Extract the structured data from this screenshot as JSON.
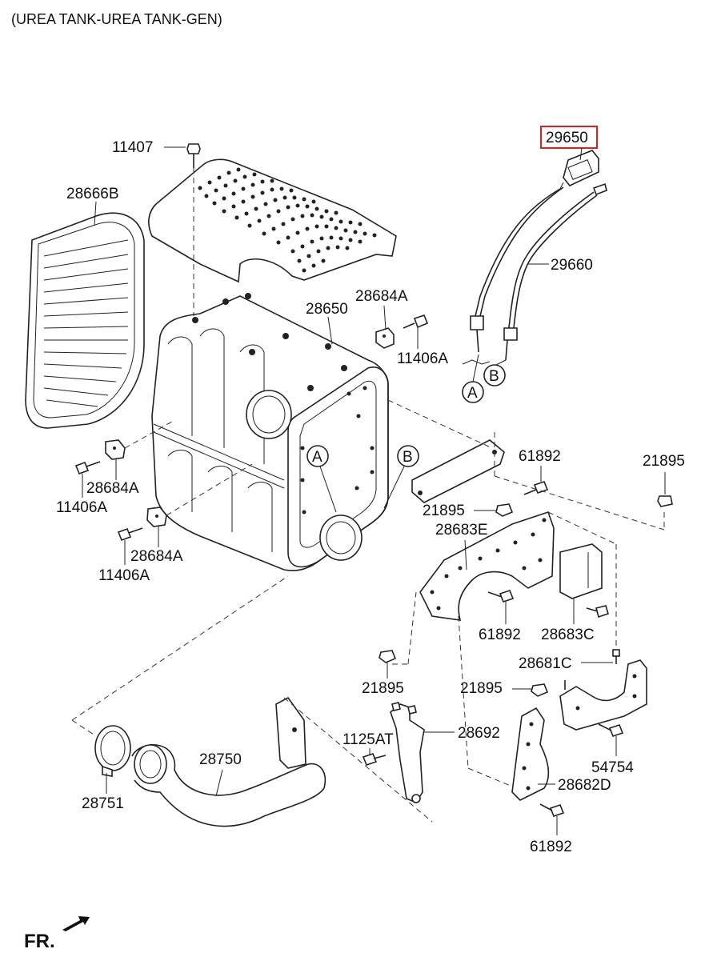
{
  "title": "(UREA TANK-UREA TANK-GEN)",
  "highlight_color": "#e02020",
  "front_marker": "FR.",
  "circle_refs": [
    "A",
    "B"
  ],
  "parts": {
    "p11407": "11407",
    "p28666B": "28666B",
    "p29650": "29650",
    "p29660": "29660",
    "p28650": "28650",
    "p28684A_top": "28684A",
    "p11406A_top": "11406A",
    "p28684A_mid": "28684A",
    "p11406A_mid": "11406A",
    "p28684A_low": "28684A",
    "p11406A_low": "11406A",
    "p61892_top": "61892",
    "p21895_right": "21895",
    "p21895_mid": "21895",
    "p28683E": "28683E",
    "p61892_mid": "61892",
    "p28683C": "28683C",
    "p28681C": "28681C",
    "p21895_low": "21895",
    "p21895_bot": "21895",
    "p1125AT": "1125AT",
    "p28692": "28692",
    "p54754": "54754",
    "p28750": "28750",
    "p28751": "28751",
    "p28682D": "28682D",
    "p61892_bot": "61892"
  },
  "highlighted_part": "29650"
}
